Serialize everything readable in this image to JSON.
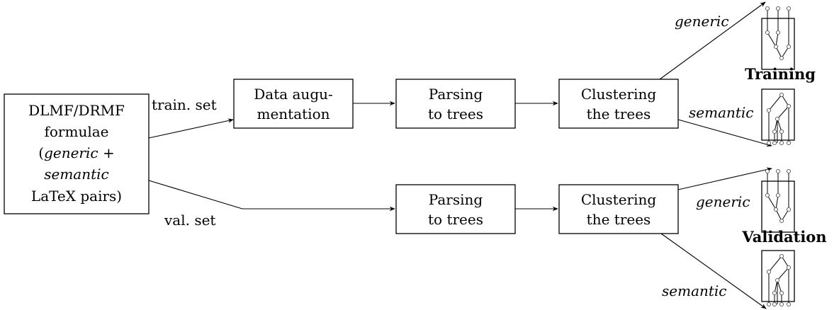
{
  "source_box": {
    "line1": "DLMF/DRMF",
    "line2": "formulae",
    "line3_open": "(",
    "line3_italic": "generic",
    "line3_plus": " +",
    "line4_italic": "semantic",
    "line5_logo": "LaTeX",
    "line5_text": " pairs)"
  },
  "edge_labels": {
    "train": "train. set",
    "val": "val. set"
  },
  "boxes": {
    "augment": [
      "Data augu-",
      "mentation"
    ],
    "parse_train": [
      "Parsing",
      "to trees"
    ],
    "cluster_train": [
      "Clustering",
      "the trees"
    ],
    "parse_val": [
      "Parsing",
      "to trees"
    ],
    "cluster_val": [
      "Clustering",
      "the trees"
    ]
  },
  "output_labels": {
    "train_generic": "generic",
    "train_semantic": "semantic",
    "val_generic": "generic",
    "val_semantic": "semantic"
  },
  "group_labels": {
    "training": "Training",
    "validation": "Validation"
  }
}
